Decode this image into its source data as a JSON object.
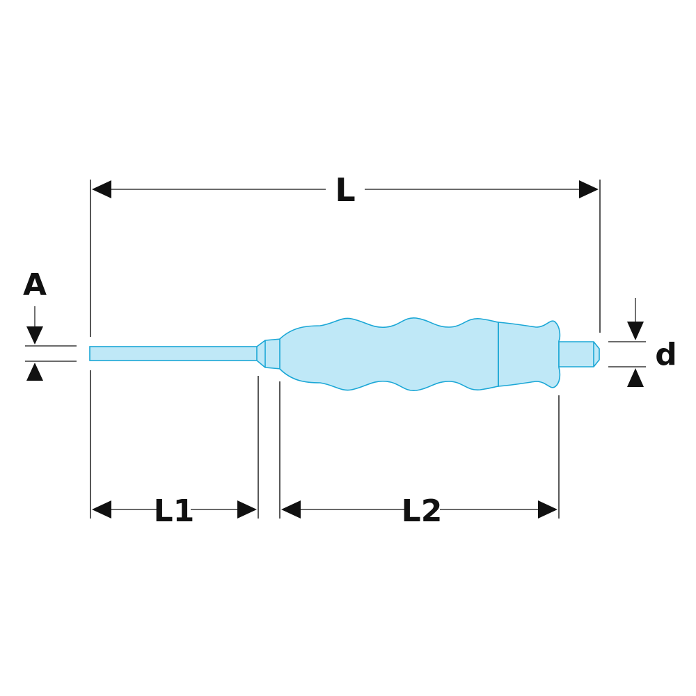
{
  "diagram": {
    "labels": {
      "overall_length": "L",
      "tip_length": "L1",
      "handle_length": "L2",
      "tip_size": "A",
      "cap_diameter": "d"
    },
    "colors": {
      "handle_fill": "#bfe8f7",
      "handle_outline": "#1ba7d6",
      "line": "#111111"
    }
  }
}
